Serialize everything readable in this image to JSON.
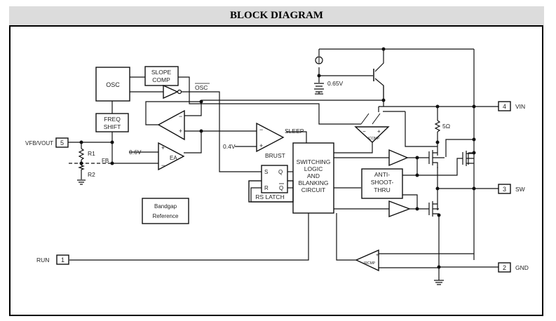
{
  "header": {
    "title": "BLOCK DIAGRAM"
  },
  "blocks": {
    "osc": "OSC",
    "slope_comp": [
      "SLOPE",
      "COMP"
    ],
    "freq_shift": [
      "FREQ",
      "SHIFT"
    ],
    "switching_logic": [
      "SWITCHING",
      "LOGIC",
      "AND",
      "BLANKING",
      "CIRCUIT"
    ],
    "anti_shoot_thru": [
      "ANTI-",
      "SHOOT-",
      "THRU"
    ],
    "bandgap": [
      "Bandgap",
      "Reference"
    ],
    "rs_latch": {
      "label": "RS LATCH",
      "s": "S",
      "q": "Q",
      "r": "R",
      "qbar": "Q"
    }
  },
  "signals": {
    "osc_bar": "OSC",
    "sleep": "SLEEP",
    "brust": "BRUST",
    "ea": "EA",
    "fb": "FB",
    "ref_06": "0.6V",
    "ref_04": "0.4V",
    "ref_065": "0.65V",
    "resistor_5": "5Ω",
    "r1": "R1",
    "r2": "R2",
    "icomp": "ICOMP",
    "ircmp": "IRCMP"
  },
  "pins": [
    {
      "number": "5",
      "label": "VFB/VOUT"
    },
    {
      "number": "4",
      "label": "VIN"
    },
    {
      "number": "3",
      "label": "SW"
    },
    {
      "number": "2",
      "label": "GND"
    },
    {
      "number": "1",
      "label": "RUN"
    }
  ]
}
